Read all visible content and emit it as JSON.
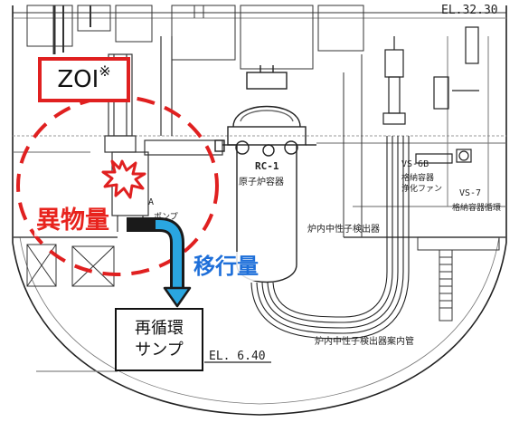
{
  "diagram": {
    "zoi_label": "ZOI",
    "zoi_mark": "※",
    "foreign_matter_label": "異物量",
    "migration_label": "移行量",
    "sump_label_line1": "再循環",
    "sump_label_line2": "サンプ",
    "elevation_top": "EL.32.30",
    "elevation_bottom": "EL. 6.40",
    "reactor_label_id": "RC-1",
    "reactor_label_name": "原子炉容器",
    "equipment_vs6b": "VS-6B",
    "equipment_vs6b_note1": "格納容器",
    "equipment_vs6b_note2": "浄化ファン",
    "equipment_vs7": "VS-7",
    "equipment_vs7_note": "格納容器循環",
    "pump_label": "A",
    "pump_note": "ポンプ",
    "incore_detector_label": "炉内中性子検出器",
    "incore_conduit_label": "炉内中性子検出器案内管",
    "colors": {
      "zoi_red": "#e02020",
      "foreign_red": "#e8231d",
      "migration_blue": "#1e6fd9",
      "arrow_blue": "#2aa6e0",
      "arrow_dark": "#1a1a1a"
    }
  }
}
